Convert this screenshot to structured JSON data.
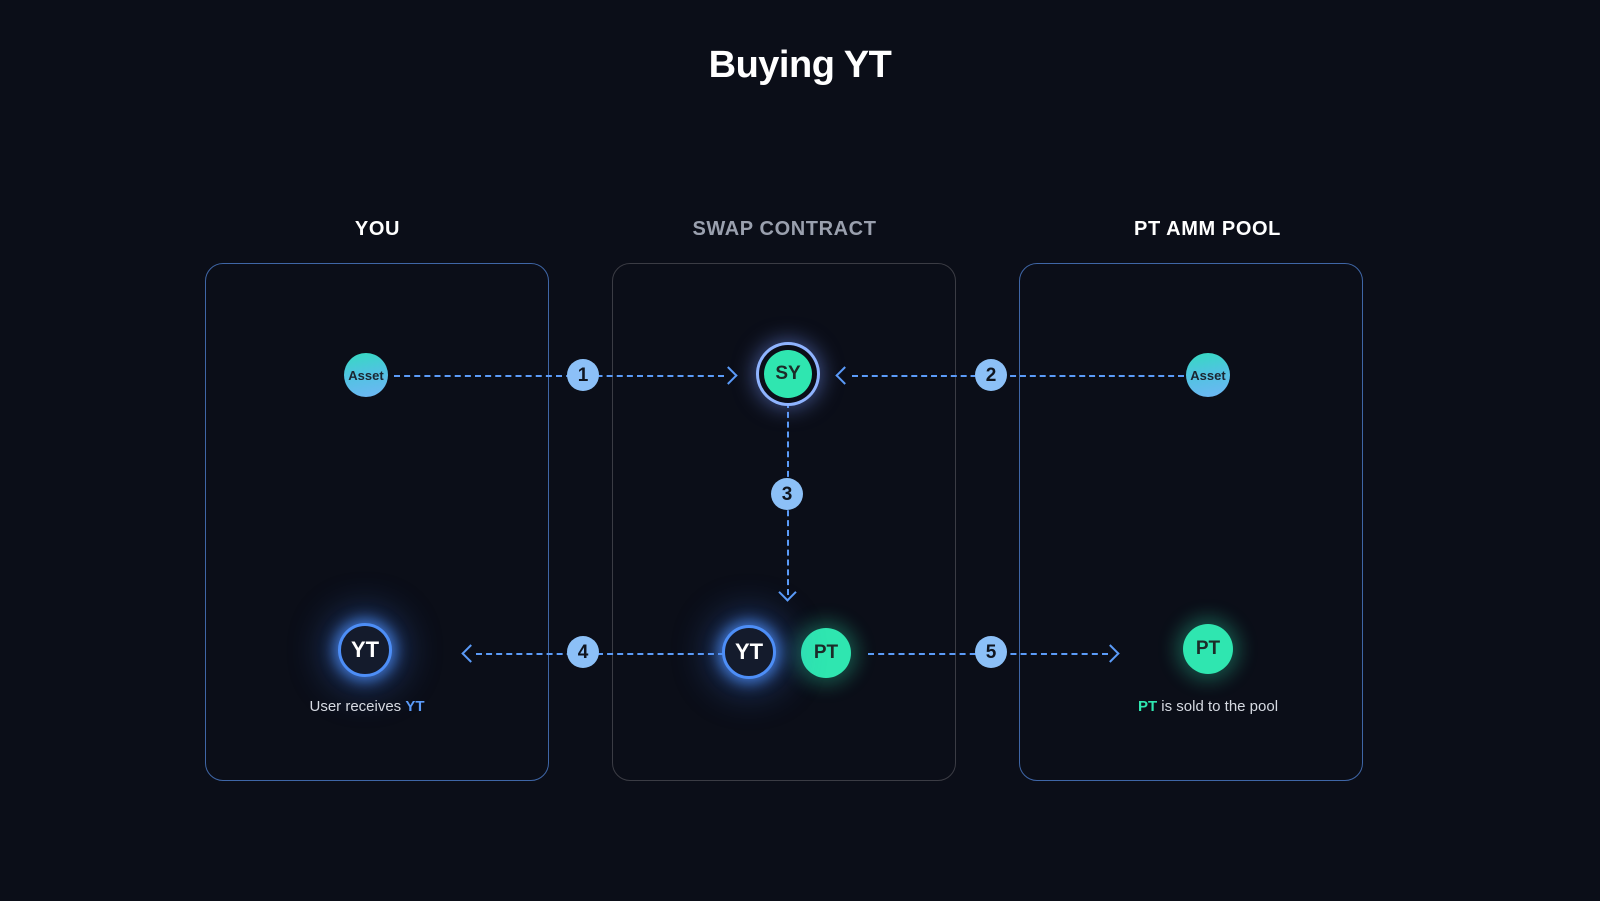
{
  "page": {
    "title": "Buying YT",
    "background_color": "#0b0e18"
  },
  "colors": {
    "accent_blue": "#5b9bf8",
    "accent_teal": "#2fe6b0",
    "badge_blue": "#8cc0f7",
    "panel_border_blue": "#3f66a6",
    "panel_border_gray": "#3b3c44",
    "header_gray": "#9aa0ae",
    "text_white": "#ffffff"
  },
  "columns": [
    {
      "key": "you",
      "header": "YOU"
    },
    {
      "key": "swap",
      "header": "SWAP CONTRACT"
    },
    {
      "key": "pool",
      "header": "PT AMM POOL"
    }
  ],
  "nodes": {
    "asset_you": {
      "label": "Asset",
      "kind": "asset-token"
    },
    "sy": {
      "label": "SY",
      "kind": "sy-token"
    },
    "asset_pool": {
      "label": "Asset",
      "kind": "asset-token"
    },
    "yt_you": {
      "label": "YT",
      "kind": "yt-token"
    },
    "yt_swap": {
      "label": "YT",
      "kind": "yt-token"
    },
    "pt_swap": {
      "label": "PT",
      "kind": "pt-token"
    },
    "pt_pool": {
      "label": "PT",
      "kind": "pt-token"
    }
  },
  "captions": {
    "you": {
      "prefix": "User receives ",
      "token": "YT",
      "suffix": ""
    },
    "pool": {
      "prefix": "",
      "token": "PT",
      "suffix": " is sold to the pool"
    }
  },
  "steps": [
    {
      "number": "1",
      "from": "you",
      "to": "swap",
      "direction": "right",
      "row": "top"
    },
    {
      "number": "2",
      "from": "pool",
      "to": "swap",
      "direction": "left",
      "row": "top"
    },
    {
      "number": "3",
      "from": "swap",
      "to": "swap",
      "direction": "down",
      "row": "middle"
    },
    {
      "number": "4",
      "from": "swap",
      "to": "you",
      "direction": "left",
      "row": "bottom"
    },
    {
      "number": "5",
      "from": "swap",
      "to": "pool",
      "direction": "right",
      "row": "bottom"
    }
  ]
}
